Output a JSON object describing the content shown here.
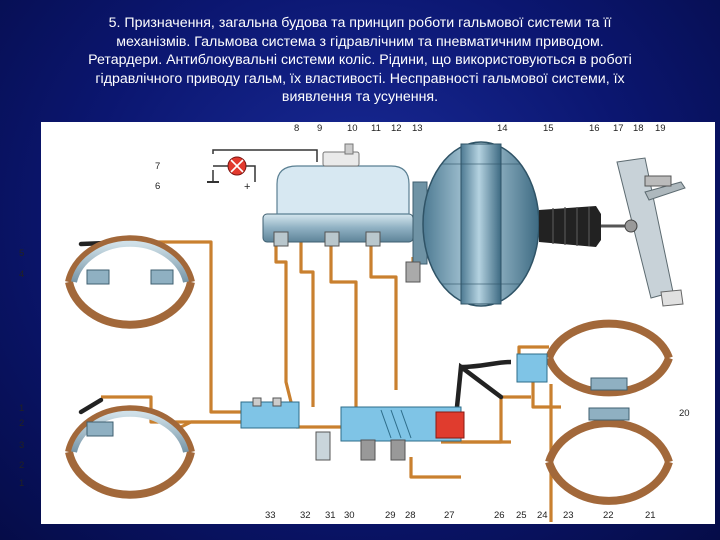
{
  "slide": {
    "title_lines": [
      "5. Призначення, загальна будова та принцип роботи гальмової системи та її",
      "механізмів. Гальмова система з гідравлічним та пневматичним приводом.",
      "Ретардери. Антиблокувальні системи коліс. Рідини, що використовуються в роботі",
      "гідравлічного приводу гальм, їх властивості. Несправності гальмової системи, їх",
      "виявлення та усунення."
    ]
  },
  "diagram": {
    "callouts_top": [
      "8",
      "9",
      "10",
      "11",
      "12",
      "13",
      "14",
      "15",
      "16",
      "17",
      "18",
      "19"
    ],
    "callouts_left": [
      "7",
      "6",
      "5",
      "4",
      "1",
      "2",
      "3",
      "2",
      "1"
    ],
    "callouts_bottom": [
      "33",
      "32",
      "31",
      "30",
      "29",
      "28",
      "27",
      "26",
      "25",
      "24",
      "23",
      "22",
      "21"
    ],
    "callouts_right": [
      "20"
    ],
    "warning_lamp_polarity": "+"
  }
}
